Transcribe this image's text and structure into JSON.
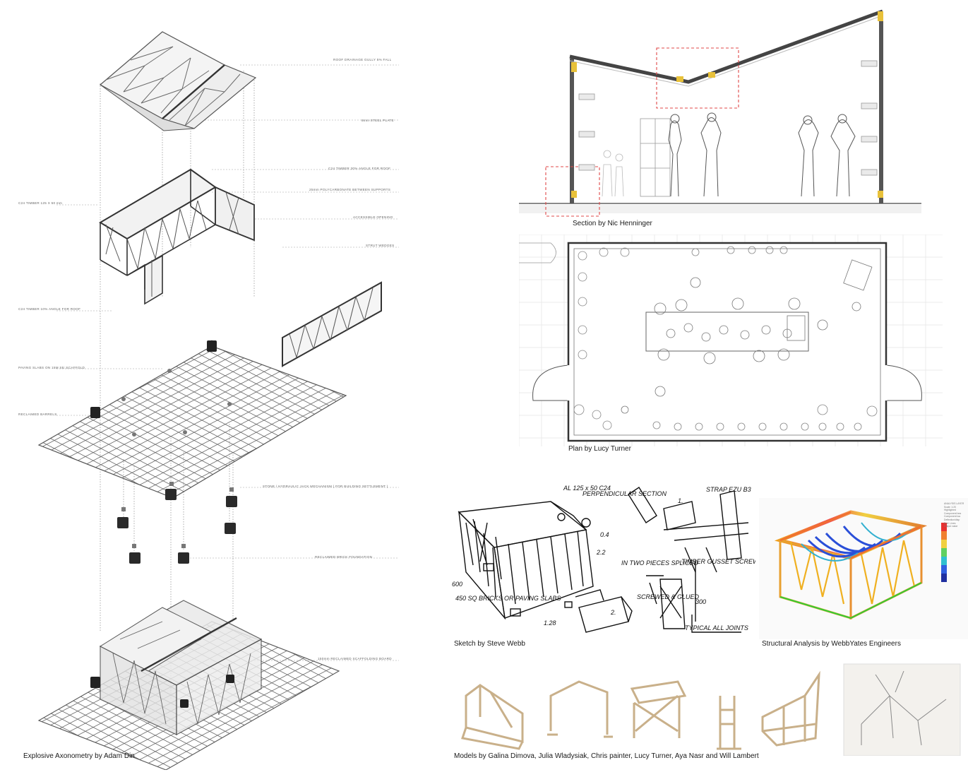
{
  "captions": {
    "axonometry": "Explosive Axonometry by Adam Din",
    "section": "Section by Nic Henninger",
    "plan": "Plan by Lucy Turner",
    "sketch": "Sketch by Steve Webb",
    "structural": "Structural Analysis by WebbYates Engineers",
    "models": "Models by Galina Dimova, Julia Wladysiak, Chris painter, Lucy Turner, Aya Nasr and Will Lambert"
  },
  "axonometry_annotations": {
    "right": [
      "ROOF DRAINAGE GULLY 5% FALL",
      "8mm STEEL PLATE",
      "C24 TIMBER 30% ANGLE FOR ROOF",
      "25mm POLYCARBONATE BETWEEN SUPPORTS",
      "ACCESSIBLE OPENING",
      "STRUT WEDGES",
      "STONE / HYDRAULIC JACK MECHANISM ( FOR BUILDING SETTLEMENT )",
      "RECLAIMED BRICK FOUNDATION",
      "150mm RECLAIMED SCAFFOLDING BOARD"
    ],
    "left": [
      "C24 TIMBER 125 X 50 mm",
      "C24 TIMBER 10% ANGLE FOR ROOF",
      "PAVING SLABS ON 15M Ski SCAFFOLD",
      "RECLAIMED BARRELS"
    ]
  },
  "sketch_notes": {
    "member": "AL 125 x 50 C24",
    "foundation": "450 SQ BRICKS OR PAVING SLABS",
    "height_1": "2.2",
    "height_2": "1.28",
    "dim_600": "600",
    "spacing": "0.4",
    "joint_1": "1.",
    "joint_2": "2.",
    "strap": "STRAP EZU B3",
    "perpendicular": "PERPENDICULAR SECTION",
    "two_pieces": "IN TWO PIECES SPLICED",
    "timber_gusset": "TIMBER GUSSET SCREWED & GLUED",
    "screwed": "SCREWED & GLUED",
    "dim_300": "300",
    "typical": "TYPICAL ALL JOINTS"
  },
  "analysis_legend": [
    "ANALYSIS LAYER",
    "Scale: 1:20",
    "Highlighted",
    "Component hea",
    "Component loa",
    "Deflection/disp",
    "Dref. Lines",
    "Output value"
  ],
  "colors": {
    "line": "#555555",
    "light_line": "#9a9a9a",
    "red_dash": "#e04848",
    "yellow": "#e8c13a"
  }
}
